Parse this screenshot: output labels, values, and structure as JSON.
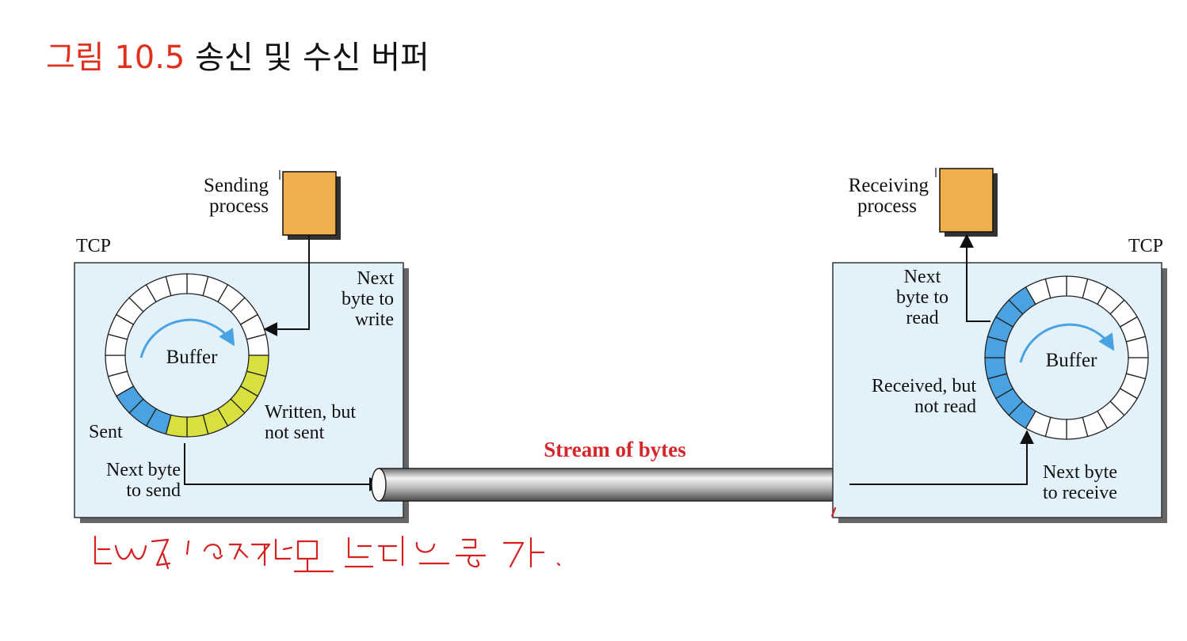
{
  "title": {
    "figure_label": "그림 10.5",
    "text": "송신 및 수신 버퍼",
    "label_color": "#e0301e"
  },
  "sender": {
    "tcp_label": "TCP",
    "process_line1": "Sending",
    "process_line2": "process",
    "buffer_label": "Buffer",
    "next_write_lines": [
      "Next",
      "byte to",
      "write"
    ],
    "written_lines": [
      "Written, but",
      "not sent"
    ],
    "sent_label": "Sent",
    "next_send_lines": [
      "Next byte",
      "to send"
    ]
  },
  "receiver": {
    "tcp_label": "TCP",
    "process_line1": "Receiving",
    "process_line2": "process",
    "buffer_label": "Buffer",
    "next_read_lines": [
      "Next",
      "byte to",
      "read"
    ],
    "received_lines": [
      "Received, but",
      "not read"
    ],
    "next_receive_lines": [
      "Next byte",
      "to receive"
    ]
  },
  "stream": {
    "label": "Stream of bytes",
    "label_color": "#d7262b"
  },
  "colors": {
    "tcp_box": "#e3f1fb",
    "process_box": "#f0ae4c",
    "sent_segment": "#4aa3e0",
    "written_segment": "#d8e040",
    "received_segment": "#4aa3e0",
    "arrow_curve": "#4aa3e0",
    "annotation": "#d42020"
  }
}
